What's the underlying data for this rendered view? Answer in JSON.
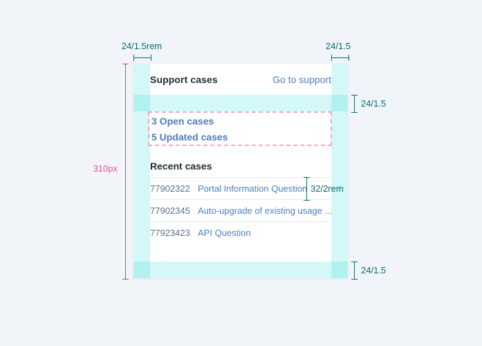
{
  "card": {
    "header": {
      "title": "Support cases",
      "link_label": "Go to support"
    },
    "summary": {
      "items": [
        {
          "label": "3 Open cases"
        },
        {
          "label": "5 Updated cases"
        }
      ]
    },
    "recent": {
      "title": "Recent cases",
      "rows": [
        {
          "id": "77902322",
          "title": "Portal Information Question"
        },
        {
          "id": "77902345",
          "title": "Auto-upgrade of existing usage ..."
        },
        {
          "id": "77923423",
          "title": "API Question"
        }
      ]
    }
  },
  "annotations": {
    "top_left_label": "24/1.5rem",
    "top_right_label": "24/1.5",
    "right_top_label": "24/1.5",
    "right_bottom_label": "24/1.5",
    "card_height_label": "310px",
    "row_height_label": "32/2rem"
  },
  "colors": {
    "background": "#f1f5f9",
    "card_background": "#ffffff",
    "spacing_overlay_cyan": "rgba(69,226,221,0.24)",
    "measure_teal": "#086a72",
    "measure_pink": "#e0549b",
    "highlight_dashed_pink": "#f0a8c8",
    "link_blue": "#4b7cbe",
    "case_id_gray": "#5c6f87",
    "heading_dark": "#202a36",
    "divider": "#e7eaee"
  }
}
